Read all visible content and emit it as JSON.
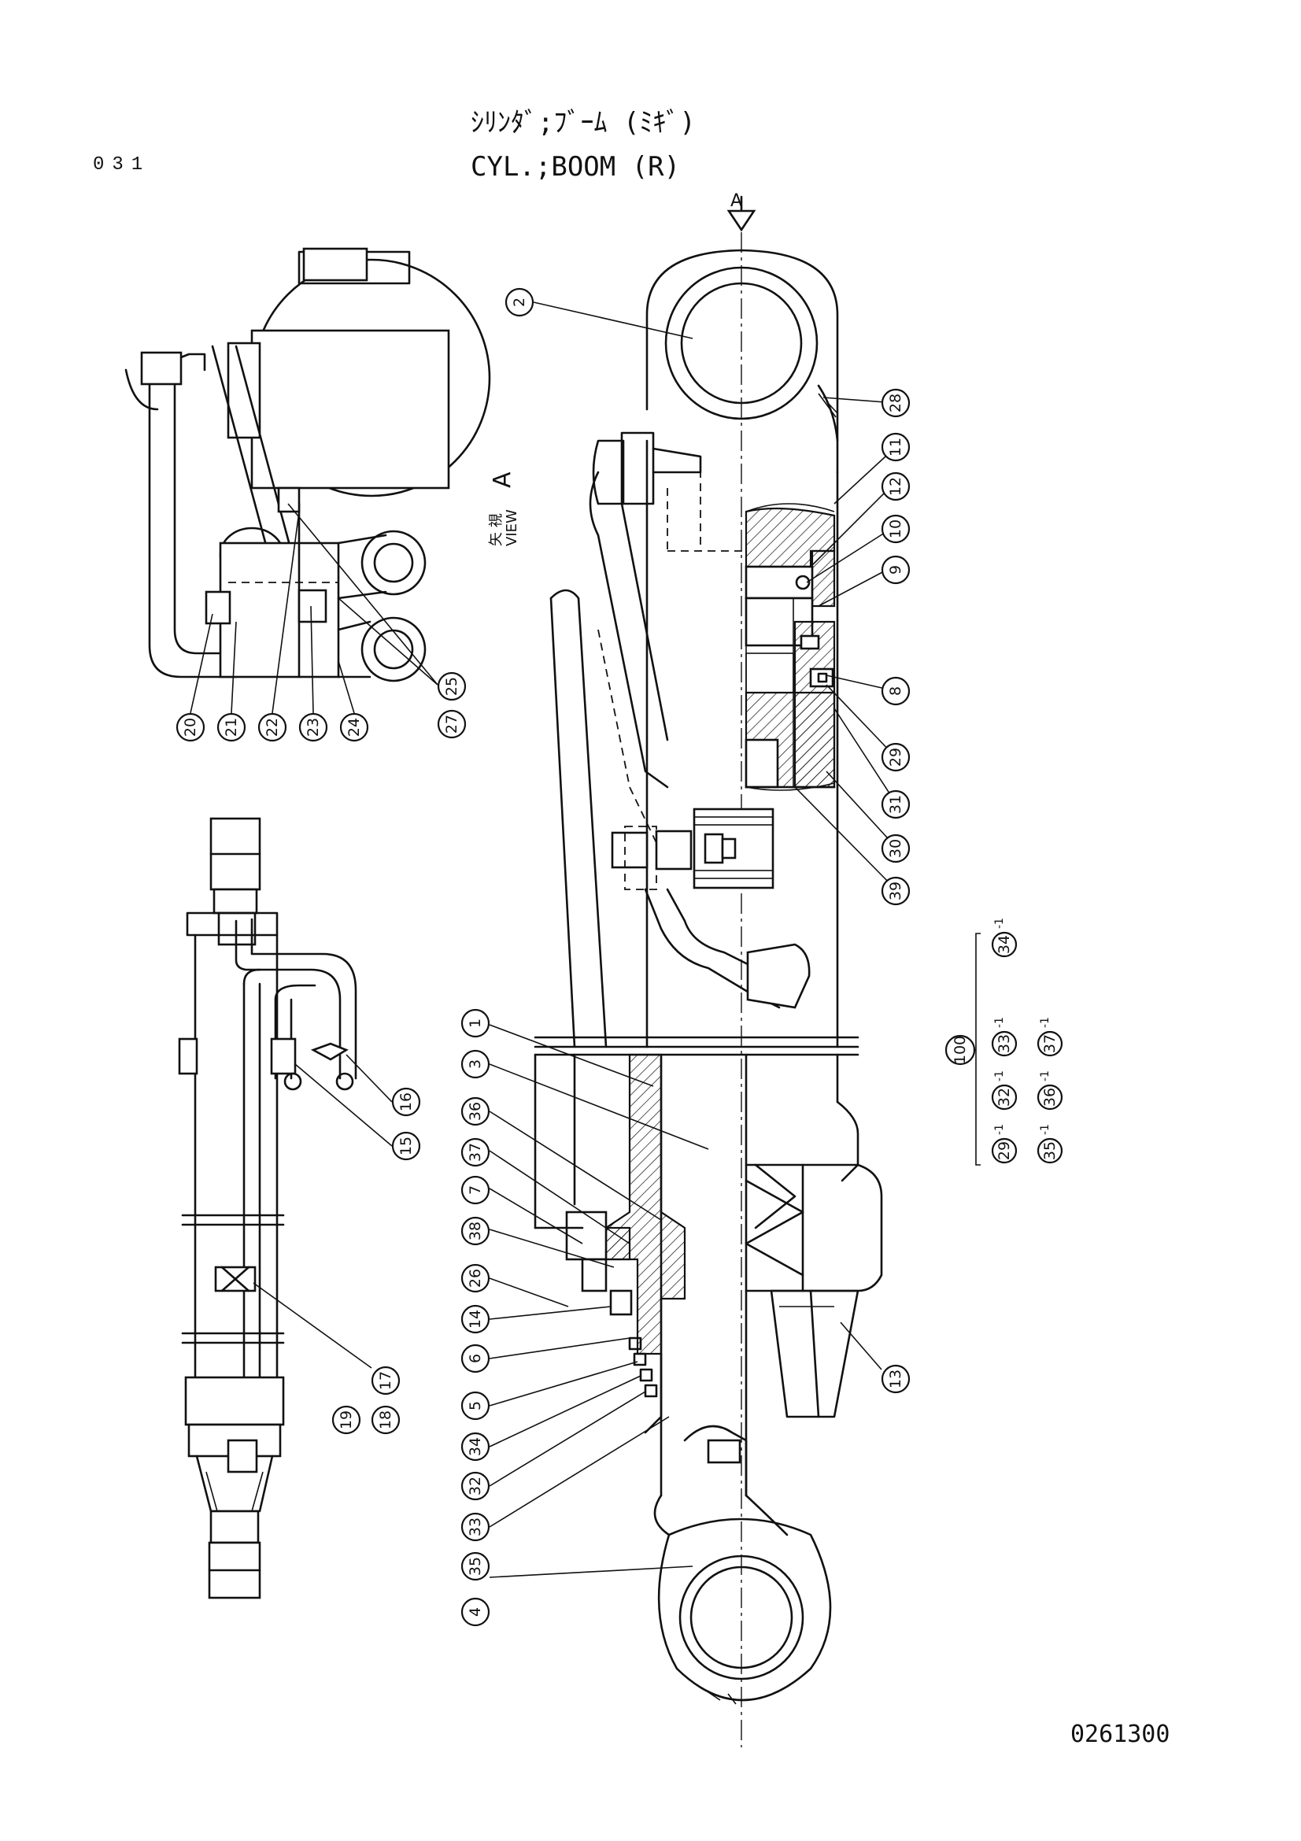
{
  "header": {
    "page_number": "031",
    "title_jp": "ｼﾘﾝﾀﾞ;ﾌﾞｰﾑ (ﾐｷﾞ)",
    "title_en": "CYL.;BOOM (R)",
    "drawing_number": "0261300"
  },
  "view_label": {
    "jp": "矢 視",
    "en": "VIEW",
    "letter": "A"
  },
  "arrow_marker": "A",
  "callouts": {
    "main": [
      "2",
      "28",
      "11",
      "12",
      "10",
      "9",
      "8",
      "29",
      "31",
      "30",
      "39",
      "1",
      "3",
      "36",
      "37",
      "7",
      "38",
      "26",
      "14",
      "6",
      "5",
      "34",
      "32",
      "33",
      "35",
      "13",
      "4"
    ],
    "view_a": [
      "20",
      "21",
      "22",
      "23",
      "24",
      "27",
      "25"
    ],
    "side": [
      "16",
      "15",
      "17",
      "18",
      "19"
    ]
  },
  "kit": {
    "number": "100",
    "row_top": [
      "34"
    ],
    "row_mid": [
      "32",
      "33",
      "37"
    ],
    "row_bot": [
      "29",
      "36",
      "35"
    ],
    "suffix": "-1",
    "grid": [
      [
        "35",
        "36",
        "29"
      ],
      [
        "37",
        "33",
        "32"
      ],
      [
        "34"
      ]
    ]
  }
}
